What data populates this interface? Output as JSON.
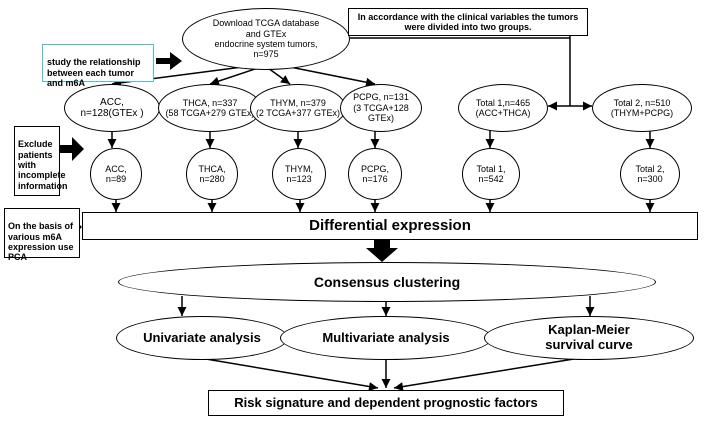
{
  "download": {
    "text": "Download  TCGA database\nand GTEx\nendocrine system tumors,\nn=975"
  },
  "accordance_note": {
    "text": "In accordance with the  clinical variables the tumors\nwere divided into two groups."
  },
  "study_note": {
    "text": "study the relationship\nbetween each tumor\nand m6A"
  },
  "exclude_note": {
    "text": "Exclude\npatients\nwith\nincomplete\ninformation"
  },
  "basis_note": {
    "text": "On the basis of\nvarious m6A\nexpression use\nPCA"
  },
  "tumor_groups": [
    {
      "text": "ACC,\nn=128(GTEx )"
    },
    {
      "text": "THCA, n=337\n(58 TCGA+279 GTEx)"
    },
    {
      "text": "THYM, n=379\n(2 TCGA+377 GTEx)"
    },
    {
      "text": "PCPG, n=131\n(3 TCGA+128 GTEx)"
    },
    {
      "text": "Total 1,n=465\n(ACC+THCA)"
    },
    {
      "text": "Total 2, n=510\n(THYM+PCPG)"
    }
  ],
  "filtered_groups": [
    {
      "text": "ACC,\nn=89"
    },
    {
      "text": "THCA,\nn=280"
    },
    {
      "text": "THYM,\nn=123"
    },
    {
      "text": "PCPG,\nn=176"
    },
    {
      "text": "Total 1,\nn=542"
    },
    {
      "text": "Total 2,\nn=300"
    }
  ],
  "differential": {
    "text": "Differential expression"
  },
  "consensus": {
    "text": "Consensus clustering"
  },
  "analyses": [
    {
      "text": "Univariate  analysis"
    },
    {
      "text": "Multivariate  analysis"
    },
    {
      "text": "Kaplan-Meier\nsurvival curve"
    }
  ],
  "risk": {
    "text": "Risk signature and dependent prognostic factors"
  },
  "colors": {
    "study_note_border": "#4fc3c3",
    "stroke": "#000000",
    "background": "#ffffff"
  }
}
